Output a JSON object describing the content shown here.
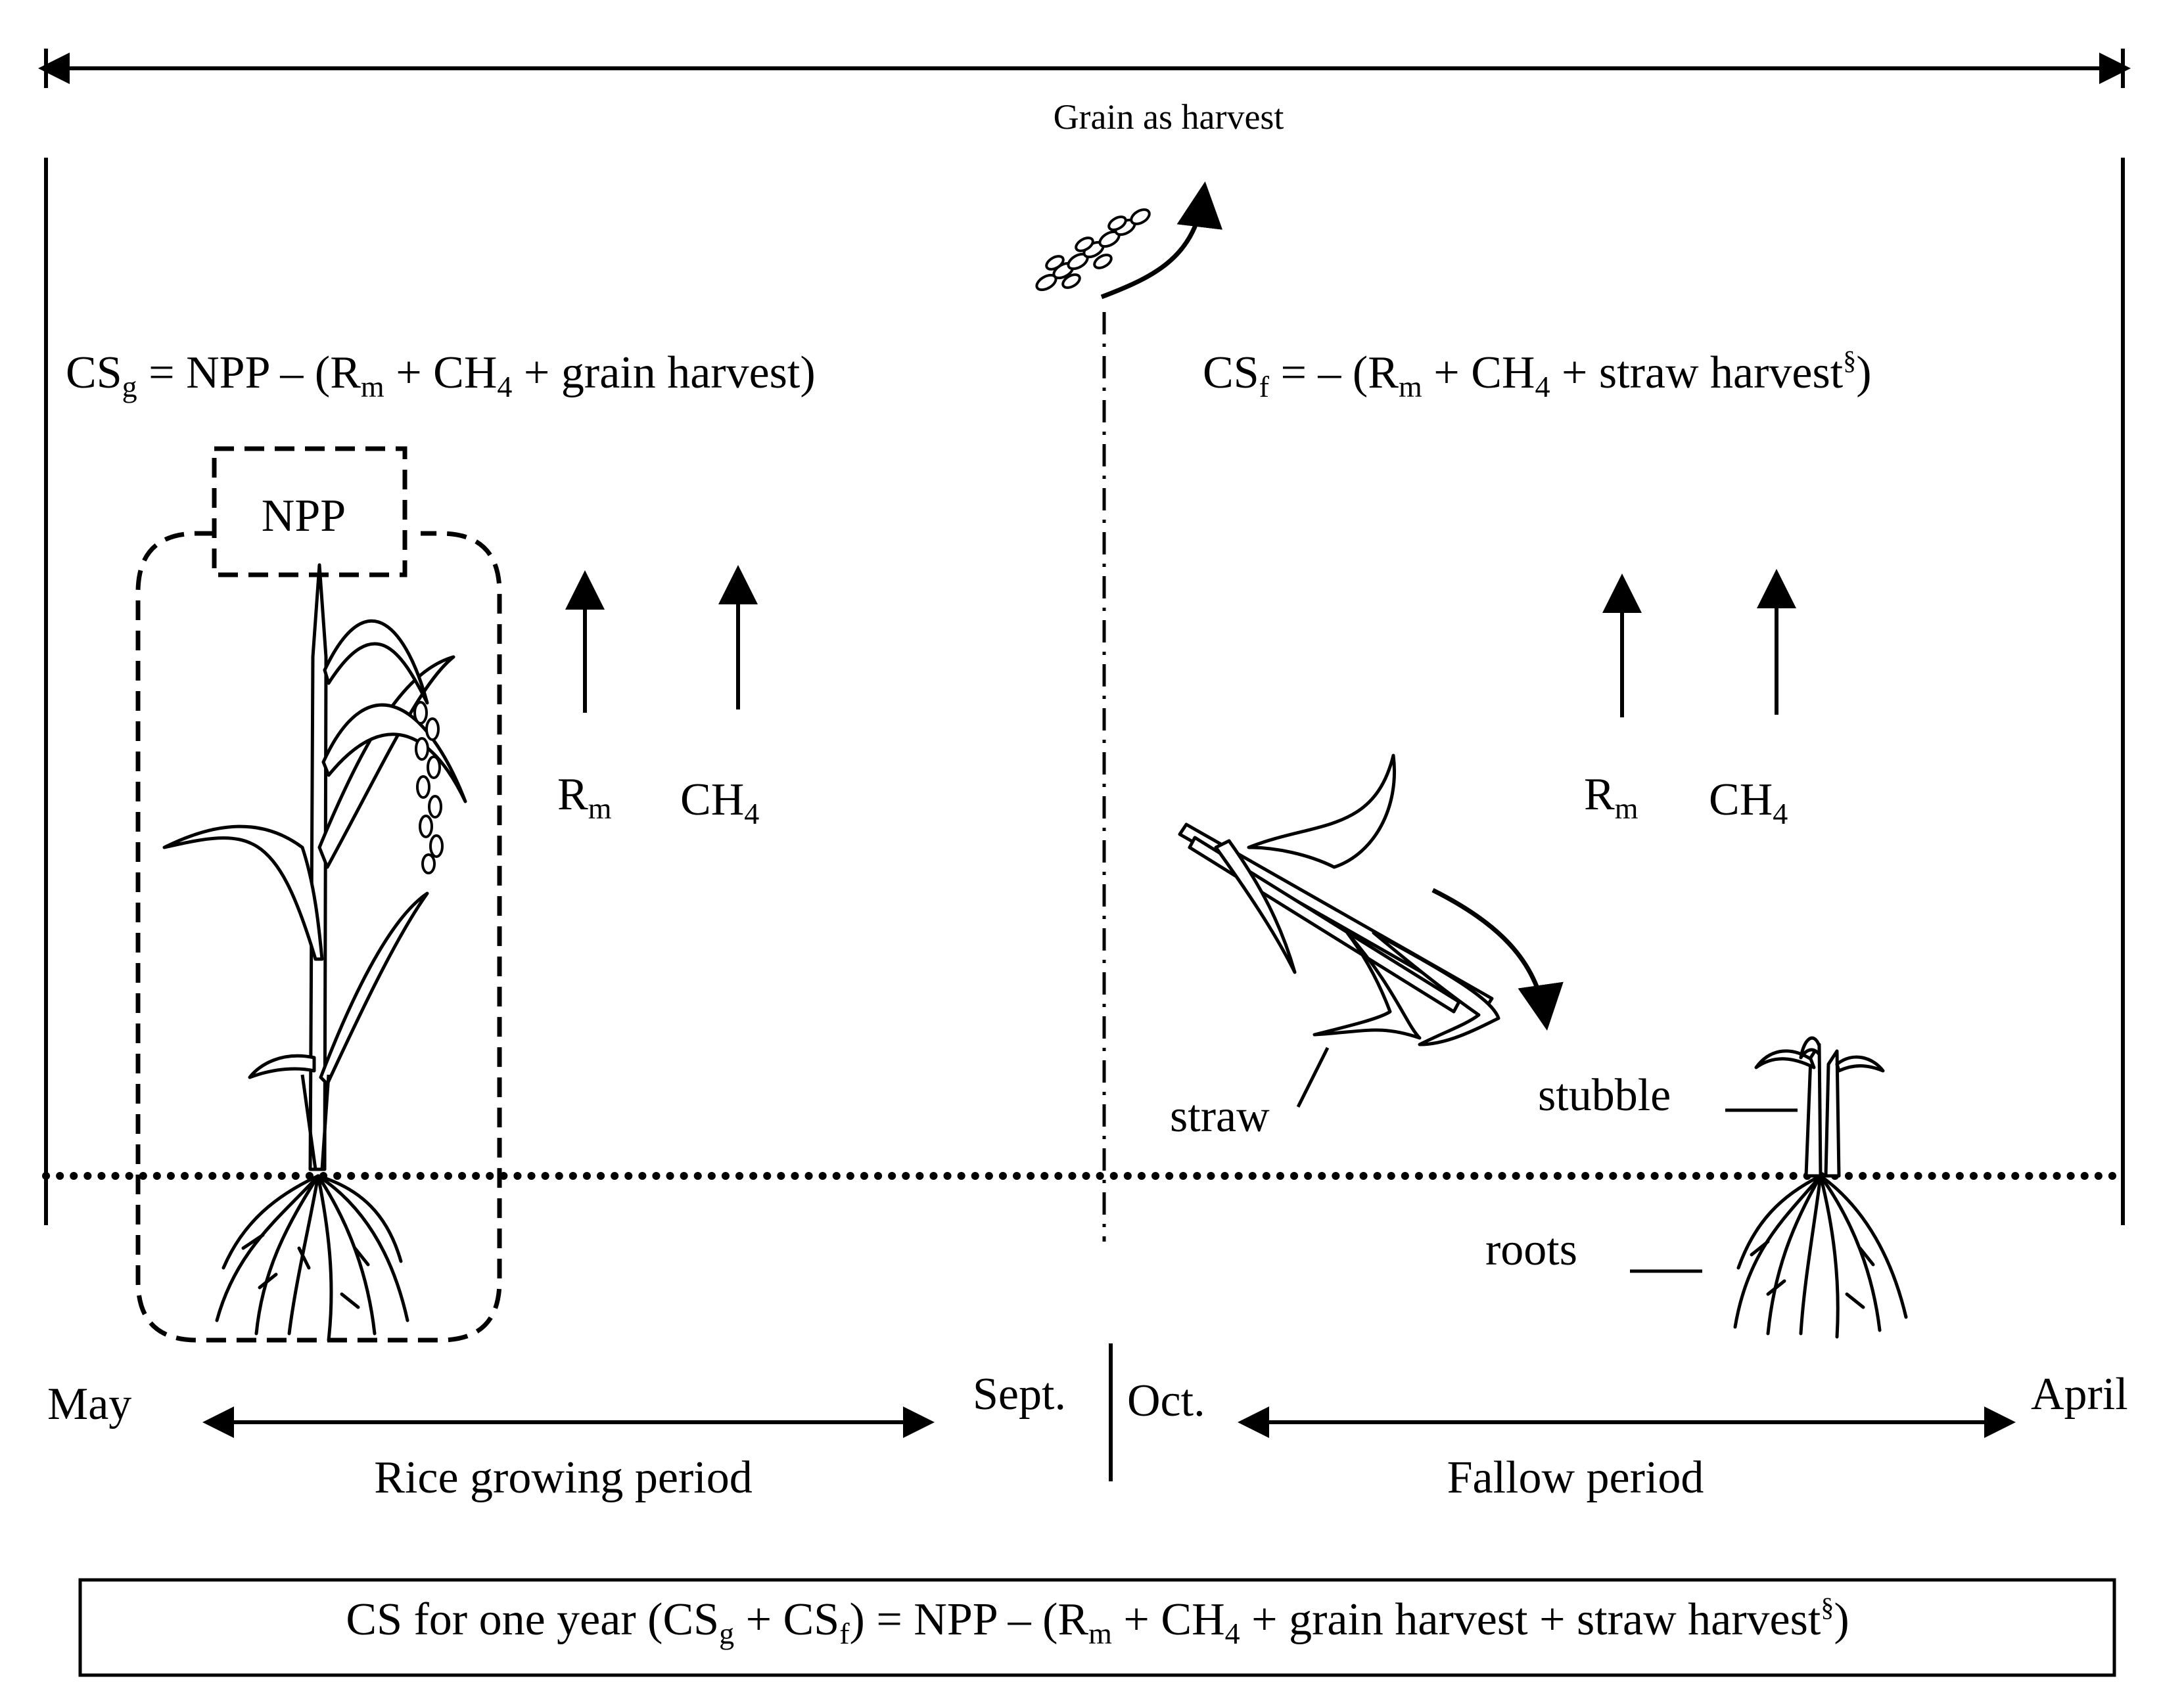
{
  "top": {
    "label": "Grain as harvest"
  },
  "growing": {
    "equation": {
      "lhs": "CS",
      "lhs_sub": "g",
      "body": " = NPP – (R",
      "m": "m",
      "mid": " + CH",
      "four": "4",
      "tail": " + grain harvest)"
    },
    "npp_label": "NPP",
    "rm": "R",
    "rm_sub": "m",
    "ch4": "CH",
    "ch4_sub": "4"
  },
  "fallow": {
    "equation": {
      "lhs": "CS",
      "lhs_sub": "f",
      "body": " = – (R",
      "m": "m",
      "mid": " + CH",
      "four": "4",
      "tail": " + straw harvest",
      "sup": "§",
      "close": ")"
    },
    "rm": "R",
    "rm_sub": "m",
    "ch4": "CH",
    "ch4_sub": "4",
    "straw": "straw",
    "stubble": "stubble",
    "roots": "roots"
  },
  "timeline": {
    "may": "May",
    "sept": "Sept.",
    "oct": "Oct.",
    "april": "April",
    "rice_period": "Rice growing period",
    "fallow_period": "Fallow period"
  },
  "summary": {
    "a": "CS for one year (CS",
    "g": "g",
    "b": " + CS",
    "f": "f",
    "c": ") = NPP – (R",
    "m": "m",
    "d": " + CH",
    "four": "4",
    "e": " + grain harvest + straw harvest",
    "sup": "§",
    "close": ")"
  }
}
